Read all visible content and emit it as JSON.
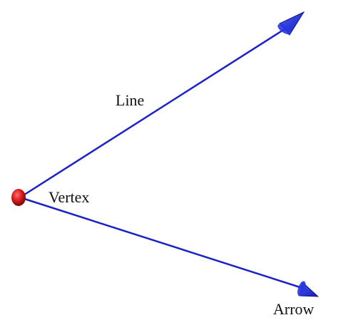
{
  "labels": {
    "line": "Line",
    "vertex": "Vertex",
    "arrow": "Arrow"
  },
  "colors": {
    "line": "#1a22c8",
    "arrowhead": "#1f2fe0",
    "vertex": "#d41a1a",
    "text": "#111111",
    "background": "#ffffff"
  }
}
